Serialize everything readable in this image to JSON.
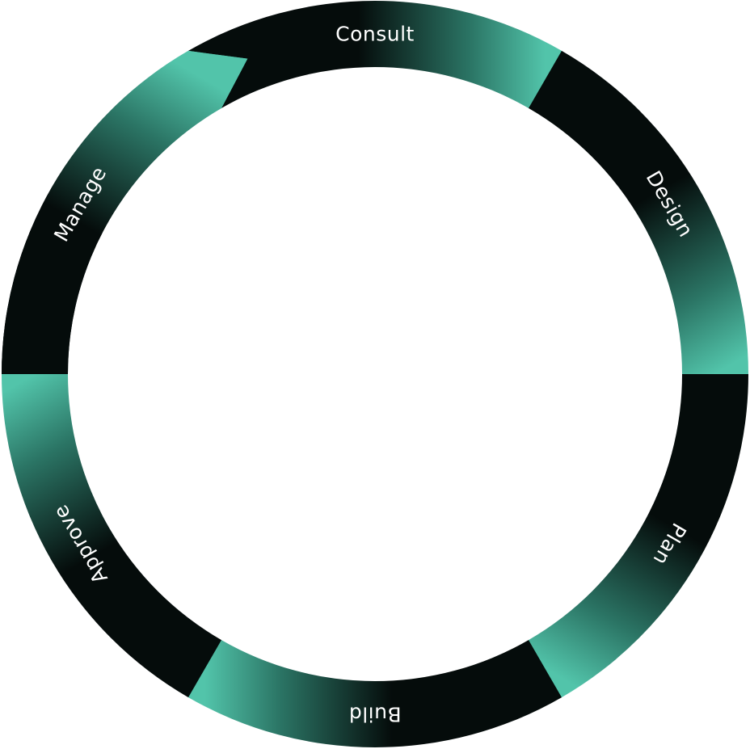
{
  "diagram": {
    "type": "circular-process-cycle",
    "colors": {
      "dark": "#050c0b",
      "mid": "#2b7565",
      "light": "#52c4aa",
      "background": "#ffffff"
    },
    "stages": [
      {
        "label": "Consult"
      },
      {
        "label": "Design"
      },
      {
        "label": "Plan"
      },
      {
        "label": "Build"
      },
      {
        "label": "Approve"
      },
      {
        "label": "Manage"
      }
    ]
  }
}
